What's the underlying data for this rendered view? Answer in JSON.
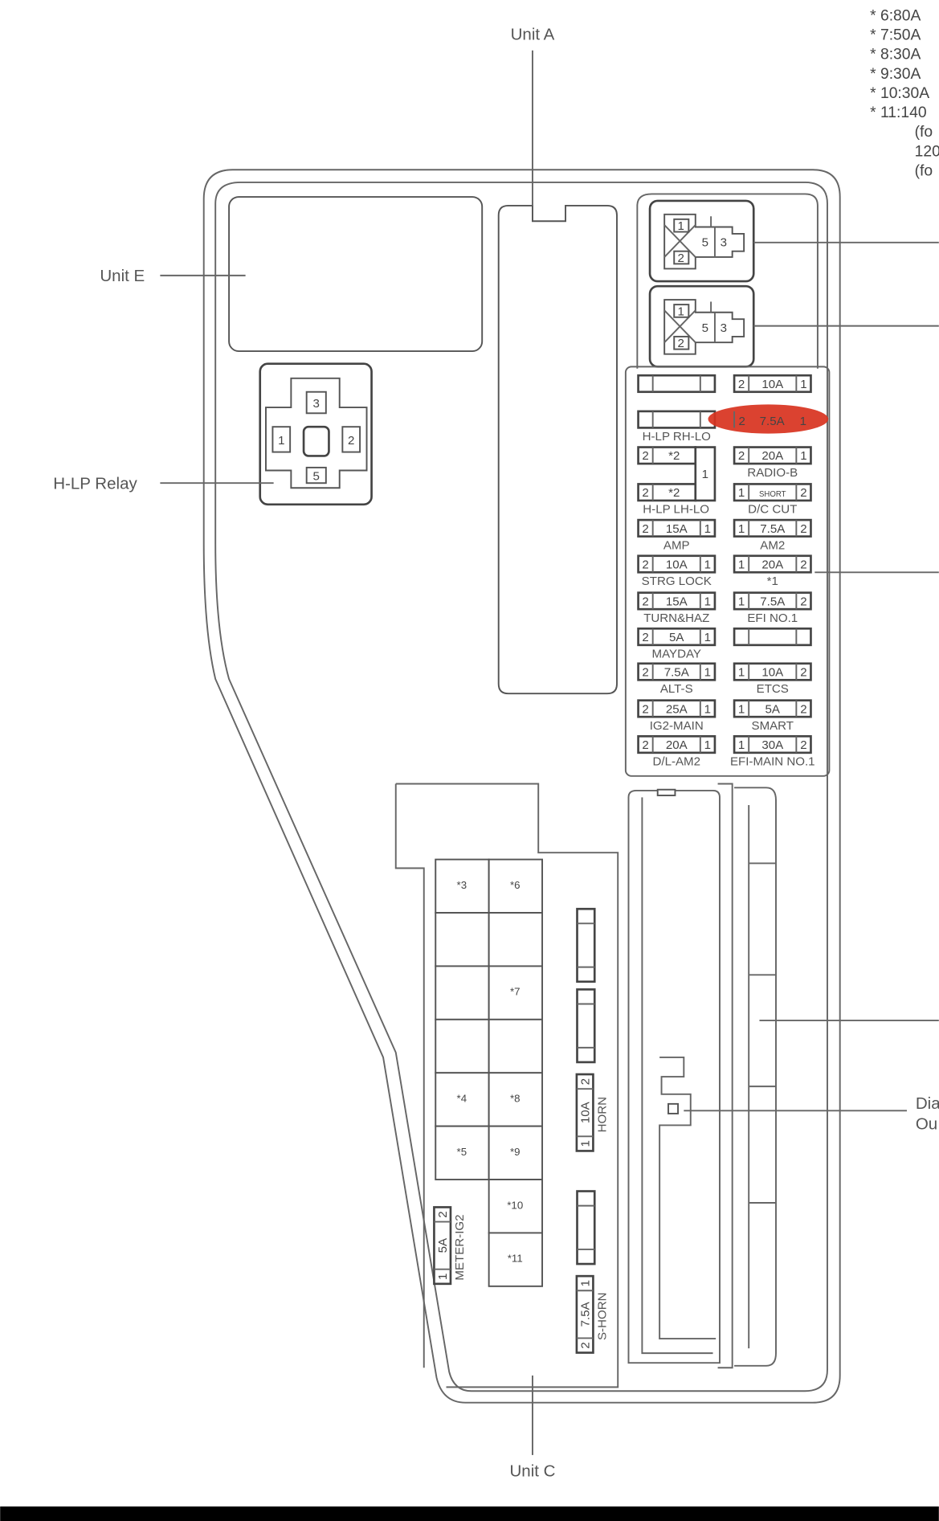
{
  "labels": {
    "unit_a": "Unit A",
    "unit_e": "Unit E",
    "hlp_relay": "H-LP Relay",
    "unit_c": "Unit C",
    "right_label_line1": "Dia",
    "right_label_line2": "Ou"
  },
  "legend": [
    "* 6:80A",
    "* 7:50A",
    "* 8:30A",
    "* 9:30A",
    "* 10:30A",
    "* 11:140",
    "(fo",
    "120",
    "(fo"
  ],
  "hlp_relay_pins": [
    "3",
    "1",
    "2",
    "5"
  ],
  "top_relays": [
    {
      "pins": [
        "1",
        "2",
        "5",
        "3"
      ]
    },
    {
      "pins": [
        "1",
        "2",
        "5",
        "3"
      ]
    }
  ],
  "fuse_rows": [
    {
      "left": {
        "cells": [
          "",
          "",
          ""
        ],
        "label": ""
      },
      "right": {
        "cells": [
          "2",
          "10A",
          "1"
        ],
        "label": ""
      }
    },
    {
      "left": {
        "cells": [
          "",
          "",
          ""
        ],
        "label": "H-LP RH-LO"
      },
      "right": {
        "cells": [
          "2",
          "7.5A",
          "1"
        ],
        "label": "",
        "highlighted": true
      }
    },
    {
      "left": {
        "cells": [
          "2",
          "*2",
          ""
        ],
        "label": ""
      },
      "right": {
        "cells": [
          "2",
          "20A",
          "1"
        ],
        "label": "RADIO-B"
      }
    },
    {
      "left": {
        "cells": [
          "2",
          "*2",
          ""
        ],
        "label": "H-LP LH-LO"
      },
      "right": {
        "cells": [
          "1",
          "SHORT",
          "2"
        ],
        "label": "D/C CUT"
      }
    },
    {
      "left": {
        "cells": [
          "2",
          "15A",
          "1"
        ],
        "label": "AMP"
      },
      "right": {
        "cells": [
          "1",
          "7.5A",
          "2"
        ],
        "label": "AM2"
      }
    },
    {
      "left": {
        "cells": [
          "2",
          "10A",
          "1"
        ],
        "label": "STRG LOCK"
      },
      "right": {
        "cells": [
          "1",
          "20A",
          "2"
        ],
        "label": "*1"
      }
    },
    {
      "left": {
        "cells": [
          "2",
          "15A",
          "1"
        ],
        "label": "TURN&HAZ"
      },
      "right": {
        "cells": [
          "1",
          "7.5A",
          "2"
        ],
        "label": "EFI NO.1"
      }
    },
    {
      "left": {
        "cells": [
          "2",
          "5A",
          "1"
        ],
        "label": "MAYDAY"
      },
      "right": {
        "cells": [
          "",
          "",
          ""
        ],
        "label": ""
      }
    },
    {
      "left": {
        "cells": [
          "2",
          "7.5A",
          "1"
        ],
        "label": "ALT-S"
      },
      "right": {
        "cells": [
          "1",
          "10A",
          "2"
        ],
        "label": "ETCS"
      }
    },
    {
      "left": {
        "cells": [
          "2",
          "25A",
          "1"
        ],
        "label": "IG2-MAIN"
      },
      "right": {
        "cells": [
          "1",
          "5A",
          "2"
        ],
        "label": "SMART"
      }
    },
    {
      "left": {
        "cells": [
          "2",
          "20A",
          "1"
        ],
        "label": "D/L-AM2"
      },
      "right": {
        "cells": [
          "1",
          "30A",
          "2"
        ],
        "label": "EFI-MAIN NO.1"
      }
    }
  ],
  "hlp_shared_pin": "1",
  "relay_grid": [
    [
      "*3",
      "*6"
    ],
    [
      "",
      ""
    ],
    [
      "",
      "*7"
    ],
    [
      "",
      ""
    ],
    [
      "*4",
      "*8"
    ],
    [
      "*5",
      "*9"
    ],
    [
      null,
      "*10"
    ],
    [
      null,
      "*11"
    ]
  ],
  "vertical_fuses": [
    {
      "cells": [
        "1",
        "10A",
        "2"
      ],
      "label": "HORN"
    },
    {
      "cells": [
        "2",
        "7.5A",
        "1"
      ],
      "label": "S-HORN"
    },
    {
      "cells": [
        "1",
        "5A",
        "2"
      ],
      "label": "METER-IG2"
    }
  ],
  "colors": {
    "highlight": "#d8321e",
    "line": "#555555"
  }
}
